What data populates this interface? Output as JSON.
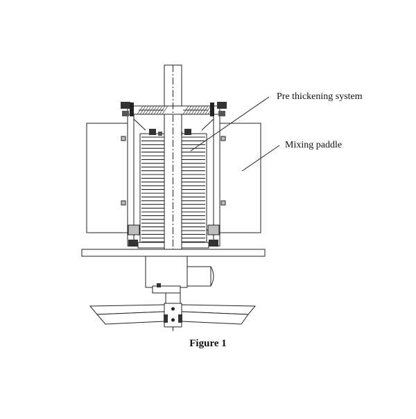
{
  "labels": {
    "pre_thickening": "Pre thickening system",
    "mixing_paddle": "Mixing paddle"
  },
  "caption": "Figure 1",
  "colors": {
    "line": "#222222",
    "fill_dark": "#333333",
    "fill_mid": "#bdbdbd",
    "background": "#ffffff"
  }
}
